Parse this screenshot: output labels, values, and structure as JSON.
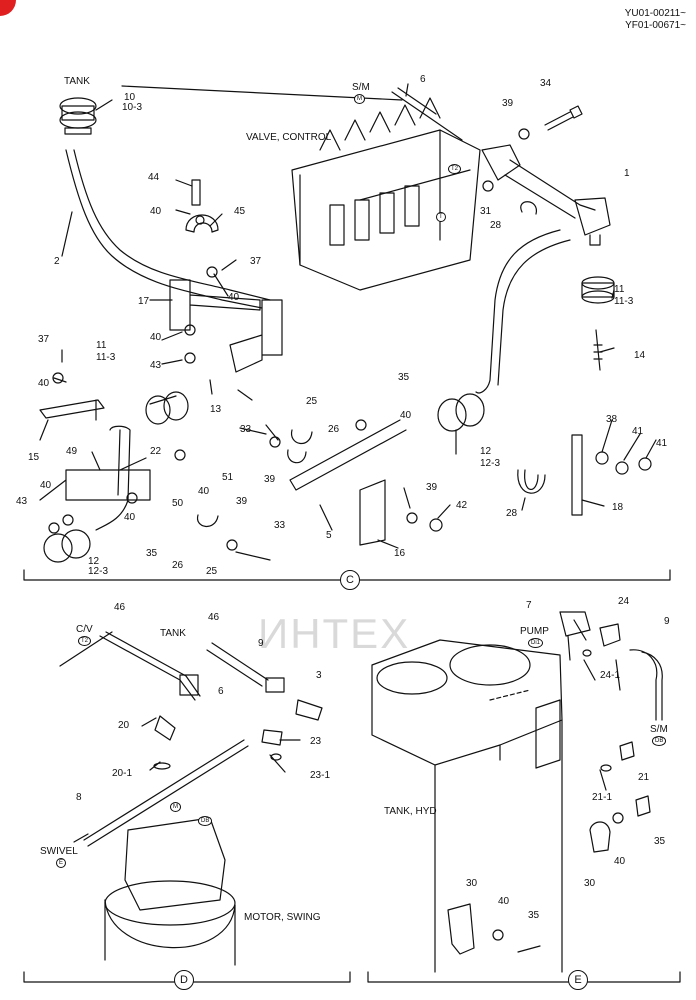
{
  "header": {
    "serial_1": "YU01-00211~",
    "serial_2": "YF01-00671~"
  },
  "watermark": {
    "text": "ИНТЕХ"
  },
  "section_c": {
    "marker": "C",
    "titles": {
      "tank": "TANK",
      "sm": "S/M",
      "sm_code": "M",
      "valve": "VALVE, CONTROL",
      "t2": "T2",
      "t": "T"
    },
    "callouts": [
      {
        "id": "c10",
        "text": "10"
      },
      {
        "id": "c10_3",
        "text": "10-3"
      },
      {
        "id": "c6",
        "text": "6"
      },
      {
        "id": "c34",
        "text": "34"
      },
      {
        "id": "c39a",
        "text": "39"
      },
      {
        "id": "c1",
        "text": "1"
      },
      {
        "id": "c44",
        "text": "44"
      },
      {
        "id": "c40a",
        "text": "40"
      },
      {
        "id": "c45",
        "text": "45"
      },
      {
        "id": "c2",
        "text": "2"
      },
      {
        "id": "c37a",
        "text": "37"
      },
      {
        "id": "c40b",
        "text": "40"
      },
      {
        "id": "c17",
        "text": "17"
      },
      {
        "id": "c31",
        "text": "31"
      },
      {
        "id": "c28a",
        "text": "28"
      },
      {
        "id": "c11a",
        "text": "11"
      },
      {
        "id": "c11_3a",
        "text": "11-3"
      },
      {
        "id": "c37b",
        "text": "37"
      },
      {
        "id": "c40c",
        "text": "40"
      },
      {
        "id": "c43a",
        "text": "43"
      },
      {
        "id": "c11b",
        "text": "11"
      },
      {
        "id": "c11_3b",
        "text": "11-3"
      },
      {
        "id": "c40d",
        "text": "40"
      },
      {
        "id": "c13",
        "text": "13"
      },
      {
        "id": "c14",
        "text": "14"
      },
      {
        "id": "c35a",
        "text": "35"
      },
      {
        "id": "c25a",
        "text": "25"
      },
      {
        "id": "c40e",
        "text": "40"
      },
      {
        "id": "c15",
        "text": "15"
      },
      {
        "id": "c33a",
        "text": "33"
      },
      {
        "id": "c26a",
        "text": "26"
      },
      {
        "id": "c38",
        "text": "38"
      },
      {
        "id": "c41a",
        "text": "41"
      },
      {
        "id": "c41b",
        "text": "41"
      },
      {
        "id": "c12a",
        "text": "12"
      },
      {
        "id": "c12_3a",
        "text": "12-3"
      },
      {
        "id": "c49",
        "text": "49"
      },
      {
        "id": "c22",
        "text": "22"
      },
      {
        "id": "c39b",
        "text": "39"
      },
      {
        "id": "c51",
        "text": "51"
      },
      {
        "id": "c40f",
        "text": "40"
      },
      {
        "id": "c40g",
        "text": "40"
      },
      {
        "id": "c50",
        "text": "50"
      },
      {
        "id": "c39c",
        "text": "39"
      },
      {
        "id": "c39d",
        "text": "39"
      },
      {
        "id": "c42",
        "text": "42"
      },
      {
        "id": "c18",
        "text": "18"
      },
      {
        "id": "c43b",
        "text": "43"
      },
      {
        "id": "c40h",
        "text": "40"
      },
      {
        "id": "c28b",
        "text": "28"
      },
      {
        "id": "c35b",
        "text": "35"
      },
      {
        "id": "c5",
        "text": "5"
      },
      {
        "id": "c16",
        "text": "16"
      },
      {
        "id": "c12b",
        "text": "12"
      },
      {
        "id": "c12_3b",
        "text": "12-3"
      },
      {
        "id": "c33b",
        "text": "33"
      },
      {
        "id": "c26b",
        "text": "26"
      },
      {
        "id": "c25b",
        "text": "25"
      }
    ]
  },
  "section_d": {
    "marker": "D",
    "titles": {
      "cv": "C/V",
      "cv_code": "T2",
      "tank": "TANK",
      "swivel": "SWIVEL",
      "swivel_code": "E",
      "m": "M",
      "db": "DB",
      "motor": "MOTOR, SWING"
    },
    "callouts": [
      {
        "id": "d46a",
        "text": "46"
      },
      {
        "id": "d46b",
        "text": "46"
      },
      {
        "id": "d9",
        "text": "9"
      },
      {
        "id": "d3",
        "text": "3"
      },
      {
        "id": "d6",
        "text": "6"
      },
      {
        "id": "d20",
        "text": "20"
      },
      {
        "id": "d23",
        "text": "23"
      },
      {
        "id": "d20_1",
        "text": "20-1"
      },
      {
        "id": "d23_1",
        "text": "23-1"
      },
      {
        "id": "d8",
        "text": "8"
      }
    ]
  },
  "section_e": {
    "marker": "E",
    "titles": {
      "pump": "PUMP",
      "pump_code": "Di1",
      "sm": "S/M",
      "sm_code": "DB",
      "tank": "TANK, HYD"
    },
    "callouts": [
      {
        "id": "e7",
        "text": "7"
      },
      {
        "id": "e24",
        "text": "24"
      },
      {
        "id": "e9",
        "text": "9"
      },
      {
        "id": "e24_1",
        "text": "24-1"
      },
      {
        "id": "e21",
        "text": "21"
      },
      {
        "id": "e21_1",
        "text": "21-1"
      },
      {
        "id": "e35a",
        "text": "35"
      },
      {
        "id": "e40a",
        "text": "40"
      },
      {
        "id": "e30a",
        "text": "30"
      },
      {
        "id": "e30b",
        "text": "30"
      },
      {
        "id": "e40b",
        "text": "40"
      },
      {
        "id": "e35b",
        "text": "35"
      }
    ]
  }
}
